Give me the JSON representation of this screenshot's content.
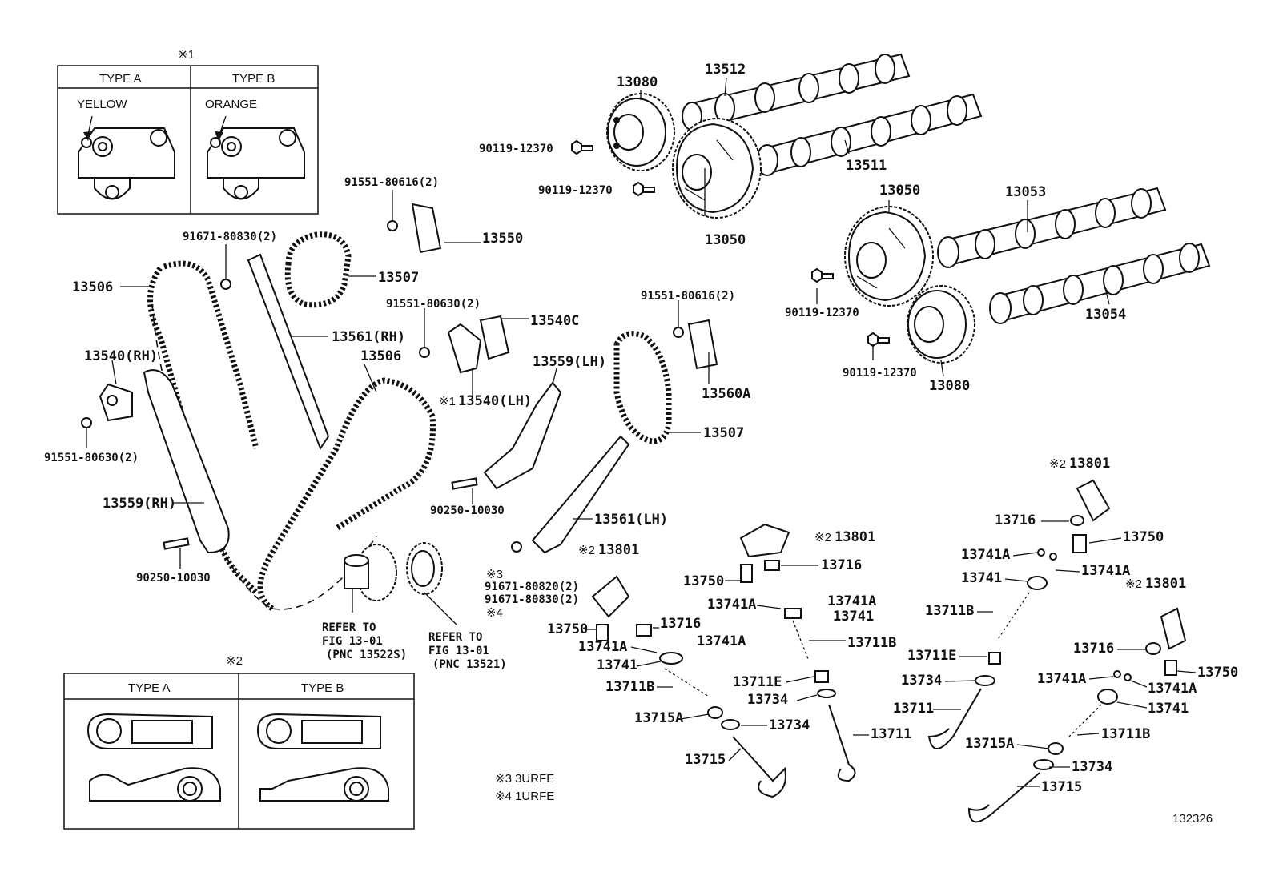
{
  "boxes": {
    "box1": {
      "mark": "※1",
      "type_a": "TYPE A",
      "type_b": "TYPE B",
      "note_a": "YELLOW",
      "note_b": "ORANGE"
    },
    "box2": {
      "mark": "※2",
      "type_a": "TYPE A",
      "type_b": "TYPE B"
    }
  },
  "labels": {
    "p13080_top": "13080",
    "p13512": "13512",
    "bolt_a": "90119-12370",
    "bolt_b": "90119-12370",
    "p13511": "13511",
    "p13050_top": "13050",
    "p13050_bottom": "13050",
    "p13053": "13053",
    "bolt_c": "90119-12370",
    "p13054": "13054",
    "bolt_d": "90119-12370",
    "p13080_bottom": "13080",
    "bolt_91551_616_l": "91551-80616(2)",
    "p13550": "13550",
    "bolt_91671_830": "91671-80830(2)",
    "p13507_l": "13507",
    "p13506_l": "13506",
    "p13561_rh": "13561(RH)",
    "p13506_r": "13506",
    "bolt_91551_630_m": "91551-80630(2)",
    "p13540c": "13540C",
    "p13540_rh": "13540(RH)",
    "bolt_91551_630_l": "91551-80630(2)",
    "p13540_lh_mark": "※1",
    "p13540_lh": "13540(LH)",
    "bolt_91551_616_r": "91551-80616(2)",
    "p13559_lh": "13559(LH)",
    "p13560a": "13560A",
    "p13507_r": "13507",
    "p13559_rh": "13559(RH)",
    "pin_90250_r": "90250-10030",
    "pin_90250_l": "90250-10030",
    "p13561_lh": "13561(LH)",
    "mark3": "※3",
    "bolt_91671_820": "91671-80820(2)",
    "bolt_91671_830b": "91671-80830(2)",
    "mark4": "※4",
    "refer1": [
      "REFER TO",
      "FIG 13-01",
      "(PNC 13522S)"
    ],
    "refer2": [
      "REFER TO",
      "FIG 13-01",
      "(PNC 13521)"
    ],
    "rocker_l_mark": "※2",
    "rocker_l": "13801",
    "rocker_m_mark": "※2",
    "rocker_m": "13801",
    "rocker_r1_mark": "※2",
    "rocker_r1": "13801",
    "rocker_r2_mark": "※2",
    "rocker_r2": "13801",
    "v1_13750": "13750",
    "v1_13716": "13716",
    "v1_13741A_l": "13741A",
    "v1_13741A_r": "13741A",
    "v1_13741": "13741",
    "v1_13711B": "13711B",
    "v1_13715A": "13715A",
    "v1_13734": "13734",
    "v1_13715": "13715",
    "v2_13750": "13750",
    "v2_13716": "13716",
    "v2_13741A_l": "13741A",
    "v2_13741A_r": "13741A",
    "v2_13741": "13741",
    "v2_13711B": "13711B",
    "v2_13711E": "13711E",
    "v2_13734": "13734",
    "v2_13711": "13711",
    "v3_13716": "13716",
    "v3_13750": "13750",
    "v3_13741A_l": "13741A",
    "v3_13741A_r": "13741A",
    "v3_13741": "13741",
    "v3_13711B": "13711B",
    "v3_13711E": "13711E",
    "v3_13734": "13734",
    "v3_13711": "13711",
    "v4_13716": "13716",
    "v4_13750": "13750",
    "v4_13741A_l": "13741A",
    "v4_13741A_r": "13741A",
    "v4_13741": "13741",
    "v4_13711B": "13711B",
    "v4_13715A": "13715A",
    "v4_13734": "13734",
    "v4_13715": "13715"
  },
  "notes": {
    "n3": "※3 3URFE",
    "n4": "※4 1URFE"
  },
  "figure_id": "132326"
}
